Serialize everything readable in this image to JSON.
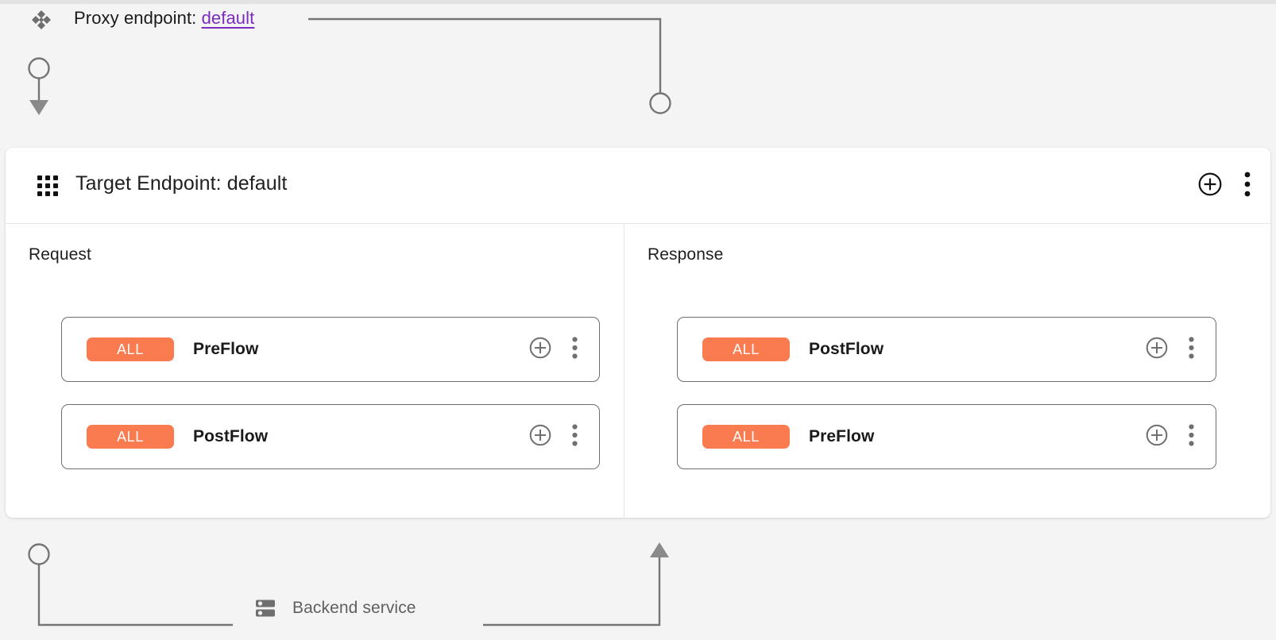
{
  "colors": {
    "background": "#f4f4f4",
    "panel": "#ffffff",
    "badge_orange": "#fa7b4f",
    "link_purple": "#7b2bbf",
    "connector_gray": "#757575",
    "card_border": "#6f6f6f",
    "icon_gray": "#6f6f6f",
    "text_dark": "#1a1a1a",
    "muted_text": "#5f6368"
  },
  "proxy": {
    "icon": "diamond-cluster-icon",
    "label_prefix": "Proxy endpoint:",
    "link_text": "default"
  },
  "target_panel": {
    "icon": "grid-3x3-icon",
    "title": "Target Endpoint: default",
    "actions": [
      {
        "name": "add-policy-button",
        "icon": "plus-circle-icon"
      },
      {
        "name": "more-options-button",
        "icon": "more-vert-icon"
      }
    ]
  },
  "columns": [
    {
      "key": "request",
      "title": "Request",
      "flows": [
        {
          "badge": "ALL",
          "name": "PreFlow"
        },
        {
          "badge": "ALL",
          "name": "PostFlow"
        }
      ]
    },
    {
      "key": "response",
      "title": "Response",
      "flows": [
        {
          "badge": "ALL",
          "name": "PostFlow"
        },
        {
          "badge": "ALL",
          "name": "PreFlow"
        }
      ]
    }
  ],
  "flow_card_actions": {
    "add": {
      "name": "add-step-button",
      "icon": "plus-circle-icon"
    },
    "menu": {
      "name": "flow-options-button",
      "icon": "more-vert-icon"
    }
  },
  "backend": {
    "icon": "server-rack-icon",
    "label": "Backend service"
  }
}
